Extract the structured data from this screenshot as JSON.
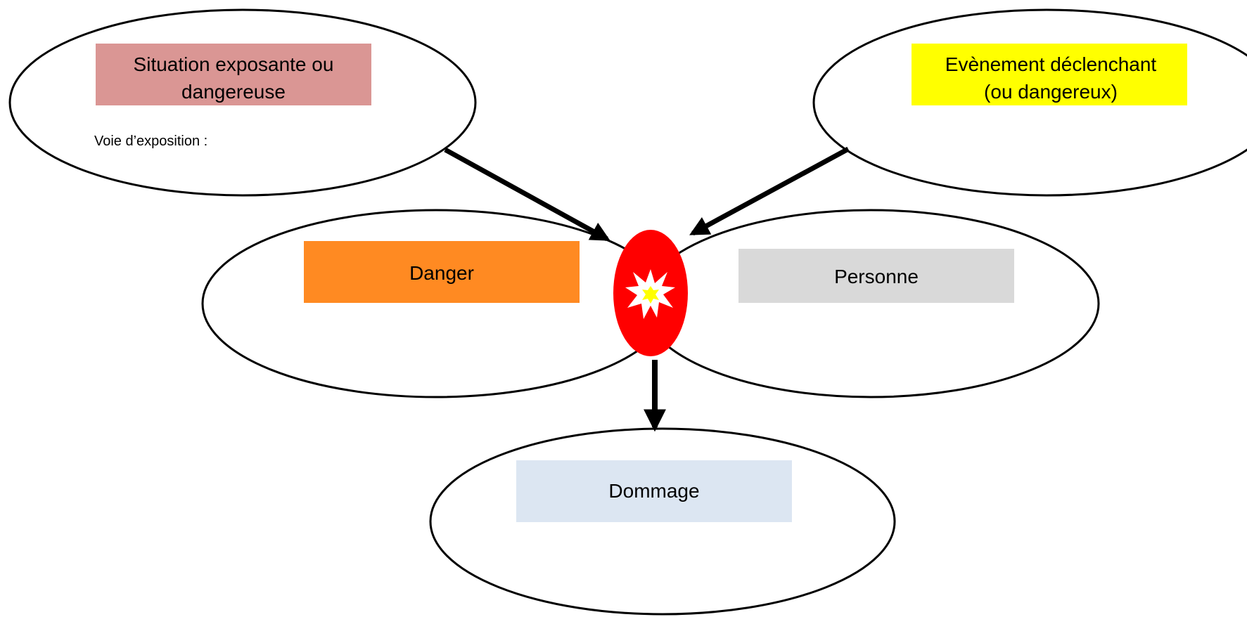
{
  "nodes": {
    "situation": {
      "label_line1": "Situation exposante ou",
      "label_line2": "dangereuse",
      "sublabel": "Voie d’exposition :",
      "color": "#DA9694"
    },
    "event": {
      "label_line1": "Evènement déclenchant",
      "label_line2": "(ou dangereux)",
      "color": "#FFFF00"
    },
    "danger": {
      "label": "Danger",
      "color": "#FF8A22"
    },
    "person": {
      "label": "Personne",
      "color": "#D9D9D9"
    },
    "damage": {
      "label": "Dommage",
      "color": "#DCE6F2"
    }
  },
  "center_marker": {
    "icon": "explosion-icon",
    "fill_color": "#FF0000",
    "burst_color": "#FFFFFF",
    "core_color": "#FFFF00"
  },
  "edge_color": "#000000"
}
